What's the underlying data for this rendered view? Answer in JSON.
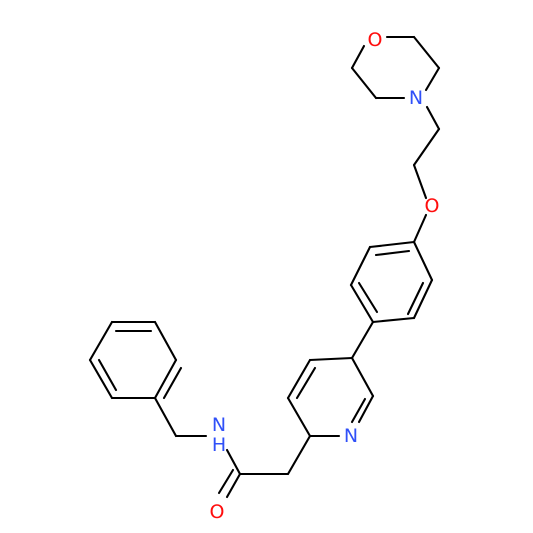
{
  "atoms": [
    {
      "id": "o_morph",
      "symbol": "O",
      "color": "#ff0d0d"
    },
    {
      "id": "n_morph",
      "symbol": "N",
      "color": "#3050f8"
    },
    {
      "id": "o_ether",
      "symbol": "O",
      "color": "#ff0d0d"
    },
    {
      "id": "n_pyr",
      "symbol": "N",
      "color": "#3050f8"
    },
    {
      "id": "n_amide",
      "symbol": "N",
      "color": "#3050f8"
    },
    {
      "id": "h_amide",
      "symbol": "H",
      "color": "#3050f8"
    },
    {
      "id": "o_carbonyl",
      "symbol": "O",
      "color": "#ff0d0d"
    }
  ],
  "bond_color": "#000000"
}
